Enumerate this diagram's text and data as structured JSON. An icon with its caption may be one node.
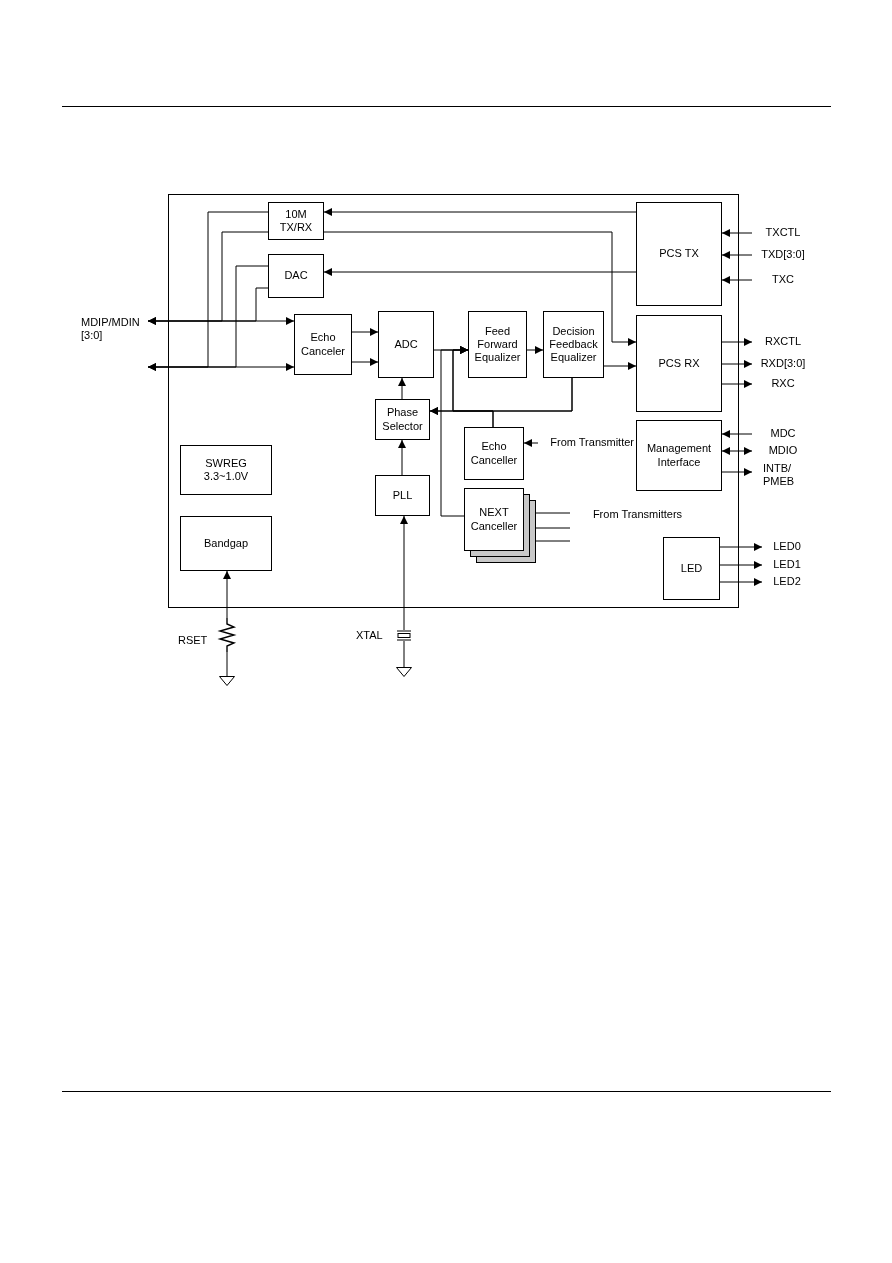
{
  "diagram": {
    "nodes": [
      {
        "text": [],
        "shape": "box"
      },
      {
        "text": [
          "10M TX/RX"
        ],
        "in": 0
      },
      {
        "text": [
          "DAC"
        ],
        "in": 0
      },
      {
        "text": [
          "Echo Canceler"
        ],
        "in": 0
      },
      {
        "text": [
          "ADC"
        ],
        "in": 0
      },
      {
        "text": [
          "Feed Forward Equalizer"
        ],
        "in": 0
      },
      {
        "text": [
          "Decision Feedback Equalizer"
        ],
        "in": 0
      },
      {
        "text": [
          "PCS TX"
        ],
        "in": 0
      },
      {
        "text": [
          "PCS RX"
        ],
        "in": 0
      },
      {
        "text": [
          "Phase Selector"
        ],
        "in": 0
      },
      {
        "text": [
          "Echo Canceller"
        ],
        "in": 0
      },
      {
        "text": [
          "Management Interface"
        ],
        "in": 0
      },
      {
        "text": [
          "SWREG 3.3~1.0V"
        ],
        "in": 0
      },
      {
        "text": [
          "Bandgap"
        ],
        "in": 0
      },
      {
        "text": [
          "PLL"
        ],
        "in": 0
      },
      {
        "text": [
          "NEXT Canceller"
        ],
        "in": 0
      },
      {
        "text": [
          "LED"
        ],
        "in": 0
      },
      {
        "text": [
          "MDIP/MDIN [3:0]"
        ]
      },
      {
        "text": [
          "TXCTL"
        ]
      },
      {
        "text": [
          "TXD[3:0]"
        ]
      },
      {
        "text": [
          "TXC"
        ]
      },
      {
        "text": [
          "RXCTL"
        ]
      },
      {
        "text": [
          "RXD[3:0]"
        ]
      },
      {
        "text": [
          "RXC"
        ]
      },
      {
        "text": [
          "MDC"
        ]
      },
      {
        "text": [
          "MDIO"
        ]
      },
      {
        "text": [
          "INTB/ PMEB"
        ]
      },
      {
        "text": [
          "LED0"
        ]
      },
      {
        "text": [
          "LED1"
        ]
      },
      {
        "text": [
          "LED2"
        ]
      },
      {
        "text": [
          "From Transmitter"
        ],
        "in": 0
      },
      {
        "text": [
          "From Transmitters"
        ],
        "in": 0
      },
      {
        "text": [],
        "shape": "resistor",
        "beside": [
          "RSET"
        ]
      },
      {
        "text": [],
        "shape": "ground"
      },
      {
        "text": [],
        "shape": "crystal",
        "beside": [
          "XTAL"
        ]
      },
      {
        "text": [],
        "shape": "ground"
      }
    ],
    "edges": [
      {
        "from": 7,
        "to": 1,
        "arrow": "to"
      },
      {
        "from": 1,
        "to": 8,
        "arrow": "to"
      },
      {
        "from": 7,
        "to": 2,
        "arrow": "to"
      },
      {
        "from": 1,
        "to": 17,
        "arrow": "to"
      },
      {
        "from": 1,
        "to": 17,
        "arrow": "to"
      },
      {
        "from": 2,
        "to": 17,
        "arrow": "to"
      },
      {
        "from": 2,
        "to": 17,
        "arrow": "to"
      },
      {
        "from": 17,
        "to": 3,
        "arrow": "to"
      },
      {
        "from": 17,
        "to": 3,
        "arrow": "to"
      },
      {
        "from": 3,
        "to": 4,
        "arrow": "to"
      },
      {
        "from": 3,
        "to": 4,
        "arrow": "to"
      },
      {
        "from": 4,
        "to": 5,
        "arrow": "to"
      },
      {
        "from": 5,
        "to": 6,
        "arrow": "to"
      },
      {
        "from": 6,
        "to": 8,
        "arrow": "to"
      },
      {
        "from": 6,
        "to": 9,
        "arrow": "to"
      },
      {
        "from": 10,
        "to": 9,
        "arrow": "to"
      },
      {
        "from": 6,
        "to": 5,
        "arrow": "to"
      },
      {
        "from": 10,
        "to": 5,
        "arrow": "to"
      },
      {
        "from": 15,
        "to": 5,
        "arrow": "to"
      },
      {
        "from": 14,
        "to": 9,
        "arrow": "to"
      },
      {
        "from": 9,
        "to": 4,
        "arrow": "to"
      },
      {
        "from": 30,
        "to": 10,
        "arrow": "to"
      },
      {
        "from": 31,
        "to": 15,
        "arrow": "to"
      },
      {
        "from": 31,
        "to": 15,
        "arrow": "to"
      },
      {
        "from": 31,
        "to": 15,
        "arrow": "to"
      },
      {
        "from": 18,
        "to": 7,
        "arrow": "to"
      },
      {
        "from": 19,
        "to": 7,
        "arrow": "to"
      },
      {
        "from": 20,
        "to": 7,
        "arrow": "to"
      },
      {
        "from": 8,
        "to": 21,
        "arrow": "to"
      },
      {
        "from": 8,
        "to": 22,
        "arrow": "to"
      },
      {
        "from": 8,
        "to": 23,
        "arrow": "to"
      },
      {
        "from": 24,
        "to": 11,
        "arrow": "to"
      },
      {
        "from": 11,
        "to": 25,
        "arrow": "both"
      },
      {
        "from": 11,
        "to": 26,
        "arrow": "to"
      },
      {
        "from": 16,
        "to": 27,
        "arrow": "to"
      },
      {
        "from": 16,
        "to": 28,
        "arrow": "to"
      },
      {
        "from": 16,
        "to": 29,
        "arrow": "to"
      },
      {
        "from": 32,
        "to": 13,
        "arrow": "to"
      },
      {
        "from": 32,
        "to": 33,
        "arrow": "none"
      },
      {
        "from": 34,
        "to": 14,
        "arrow": "to"
      },
      {
        "from": 34,
        "to": 35,
        "arrow": "none"
      }
    ]
  }
}
